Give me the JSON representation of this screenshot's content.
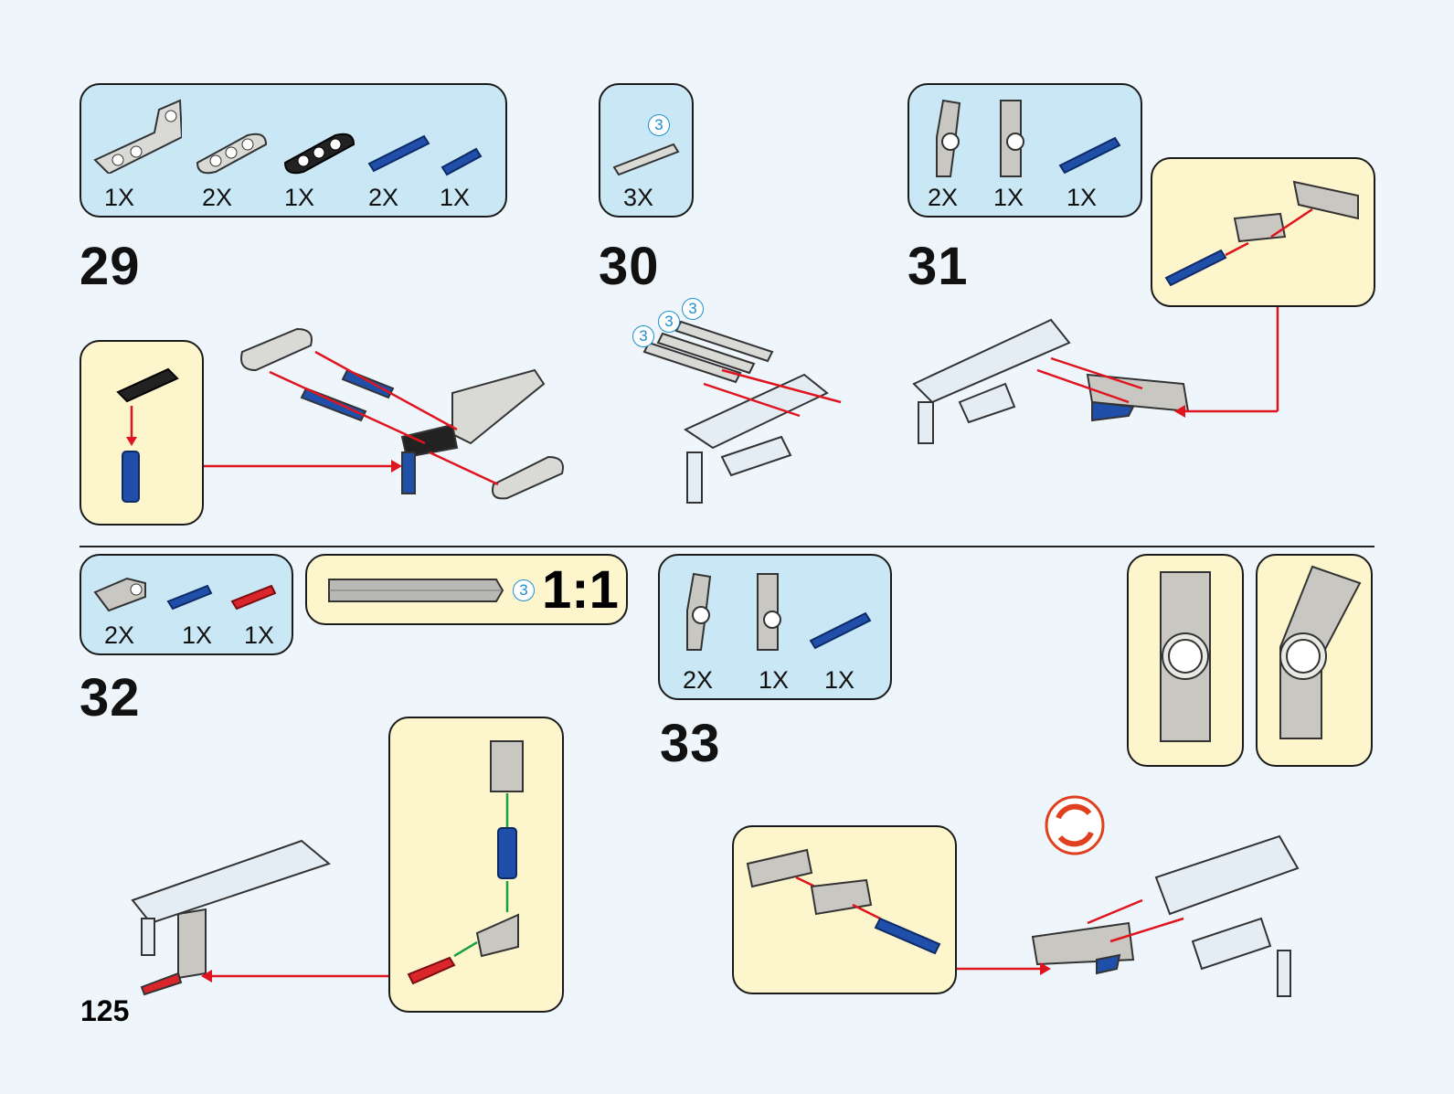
{
  "page_number": "125",
  "steps": [
    {
      "number": "29",
      "parts": [
        {
          "icon": "l-beam-gray-icon",
          "qty": "1X"
        },
        {
          "icon": "beam3-gray-icon",
          "qty": "2X"
        },
        {
          "icon": "beam3-black-icon",
          "qty": "1X"
        },
        {
          "icon": "long-pin-blue-icon",
          "qty": "2X"
        },
        {
          "icon": "pin-axle-blue-icon",
          "qty": "1X"
        }
      ]
    },
    {
      "number": "30",
      "parts": [
        {
          "icon": "axle3-gray-icon",
          "qty": "3X",
          "size": "3"
        }
      ],
      "callout_sizes": [
        "3",
        "3",
        "3"
      ]
    },
    {
      "number": "31",
      "parts": [
        {
          "icon": "angle-connector-gray-icon",
          "qty": "2X"
        },
        {
          "icon": "straight-connector-gray-icon",
          "qty": "1X"
        },
        {
          "icon": "long-pin-blue-icon",
          "qty": "1X"
        }
      ]
    },
    {
      "number": "32",
      "parts": [
        {
          "icon": "axle-connector-gray-icon",
          "qty": "2X"
        },
        {
          "icon": "pin-axle-blue-icon",
          "qty": "1X"
        },
        {
          "icon": "axle-pin-red-icon",
          "qty": "1X"
        }
      ],
      "scale_label": "1:1",
      "scale_size": "3"
    },
    {
      "number": "33",
      "parts": [
        {
          "icon": "angle-connector-gray-icon",
          "qty": "2X"
        },
        {
          "icon": "straight-connector-gray-icon",
          "qty": "1X"
        },
        {
          "icon": "long-pin-blue-icon",
          "qty": "1X"
        }
      ]
    }
  ],
  "colors": {
    "arrow": "#e0141e",
    "callout": "#fdf5cc",
    "parts_box": "#c9e7f4",
    "blue_part": "#1f4fa8",
    "red_part": "#d8262b"
  }
}
